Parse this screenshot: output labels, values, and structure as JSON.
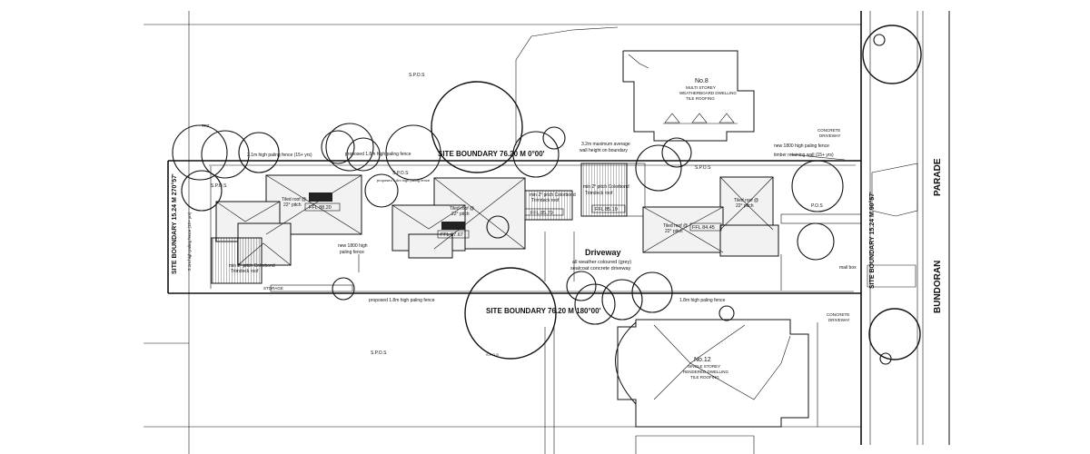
{
  "labels": {
    "site_boundary_north": "SITE BOUNDARY 76.20 M 0°00'",
    "site_boundary_south": "SITE BOUNDARY 76.20 M 180°00'",
    "site_boundary_west": "SITE BOUNDARY 15.24 M 270°57'",
    "site_boundary_east": "SITE BOUNDARY 15.24 M 90°57'",
    "street_1": "PARADE",
    "street_2": "BUNDORAN",
    "driveway_title": "Driveway",
    "driveway_note_1": "all weather coloured (grey)",
    "driveway_note_2": "sealcoat concrete driveway",
    "no8_title": "No.8",
    "no8_note_1": "MULTI STOREY",
    "no8_note_2": "WEATHERBOARD DWELLING",
    "no8_note_3": "TILE ROOFING",
    "no12_title": "No.12",
    "no12_note_1": "SINGLE STOREY",
    "no12_note_2": "RENDERED DWELLING",
    "no12_note_3": "TILE ROOFING",
    "fence_1": "2.1m high paling fence (15+ yrs)",
    "fence_2": "proposed 1.8m high paling fence",
    "fence_3": "2.1m high paling fence (15+ yrs)",
    "fence_4": "proposed 1.8m high paling fence",
    "fence_5": "new 1800 high paling fence",
    "fence_6": "new 1800 high",
    "fence_7": "paling fence",
    "fence_8": "1.8m high paling fence",
    "fence_9": "proposed 1.8m high paling fence",
    "fence_10": "timber retaining wall (15+ yrs)",
    "wall_note_1": "3.2m maximum average",
    "wall_note_2": "wall height on boundary",
    "roof_note_1": "min 2° pitch Colorbond",
    "roof_note_2": "Trimdeck roof",
    "roof_note_3": "min 2° pitch Colorbond",
    "roof_note_4": "Trimdeck roof",
    "roof_note_5": "min 2° pitch Colorbond",
    "roof_note_6": "Trimdeck roof",
    "tiled_1": "Tiled roof @",
    "tiled_1b": "22° pitch",
    "tiled_2": "Tiled roof @",
    "tiled_2b": "22° pitch",
    "tiled_3": "Tiled roof @",
    "tiled_3b": "22° pitch",
    "tiled_4": "Tiled roof @",
    "tiled_4b": "22° pitch",
    "ffl_1": "FFL 88.20",
    "ffl_2": "FFL 87.67",
    "ffl_3": "FFL 85.79",
    "ffl_4": "FFL 85.19",
    "ffl_5": "FFL 84.45",
    "spos_1": "S.P.O.S",
    "spos_2": "S.P.O.S",
    "spos_3": "S.P.O.S",
    "spos_4": "S.P.O.S",
    "spos_5": "S.P.O.S",
    "spos_6": "S.P.O.S",
    "pos": "P.O.S",
    "storage": "STORAGE",
    "concrete_1": "CONCRETE",
    "concrete_2": "DRIVEWAY",
    "concrete_3": "CONCRETE",
    "concrete_4": "DRIVEWAY",
    "mail_box": "mail box",
    "tpz": "TPZ"
  }
}
